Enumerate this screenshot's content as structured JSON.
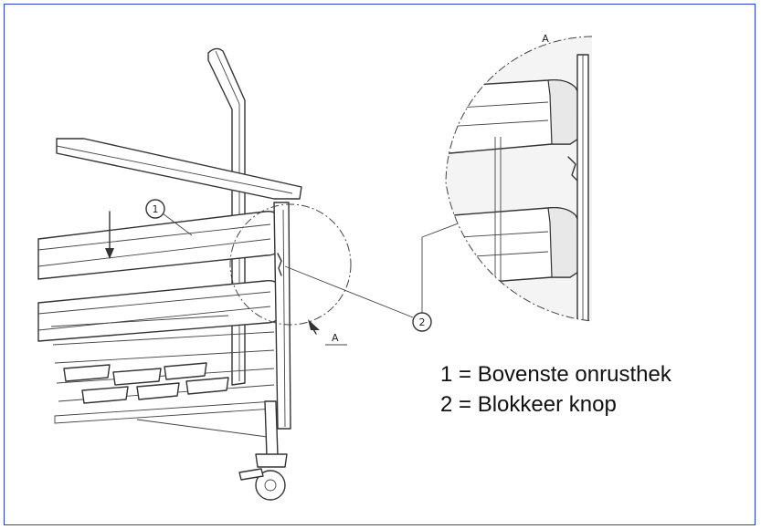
{
  "diagram": {
    "callouts": {
      "callout_1": "1",
      "callout_2": "2",
      "detail_label_main": "A",
      "detail_label_zoom": "A"
    },
    "legend": [
      "1 = Bovenste onrusthek",
      "2 = Blokkeer knop"
    ],
    "colors": {
      "frame_border": "#2b3fd0",
      "line_art": "#333333"
    }
  }
}
